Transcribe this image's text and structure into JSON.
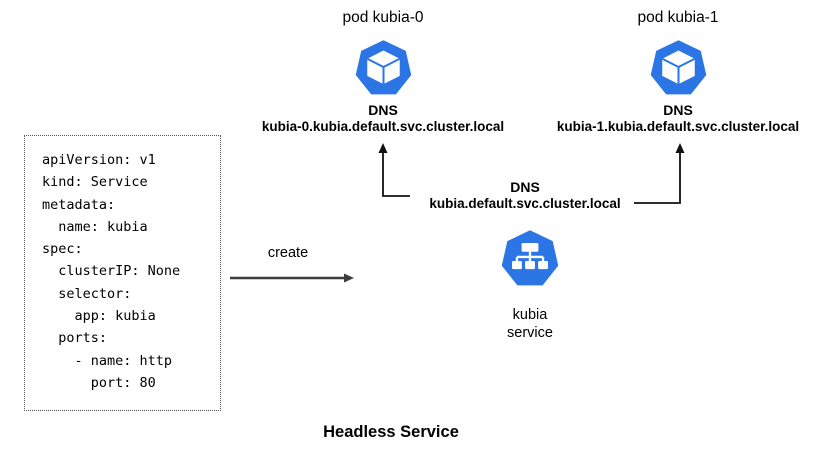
{
  "title": "Headless Service",
  "yaml_manifest": {
    "lines": [
      "apiVersion: v1",
      "kind: Service",
      "metadata:",
      "  name: kubia",
      "spec:",
      "  clusterIP: None",
      "  selector:",
      "    app: kubia",
      "  ports:",
      "    - name: http",
      "      port: 80"
    ]
  },
  "create_arrow": {
    "label": "create"
  },
  "pods": [
    {
      "title": "pod kubia-0",
      "dns_label": "DNS",
      "dns_name": "kubia-0.kubia.default.svc.cluster.local"
    },
    {
      "title": "pod kubia-1",
      "dns_label": "DNS",
      "dns_name": "kubia-1.kubia.default.svc.cluster.local"
    }
  ],
  "service": {
    "dns_label": "DNS",
    "dns_name": "kubia.default.svc.cluster.local",
    "name_lines": [
      "kubia",
      "service"
    ]
  },
  "icons": {
    "pod": "kubernetes-pod-icon",
    "service": "kubernetes-service-icon"
  },
  "colors": {
    "kubernetes_blue": "#2B76E4",
    "text": "#000000",
    "elbow_arrow": "#111111",
    "create_arrow": "#3d3d3d",
    "background": "#ffffff"
  }
}
